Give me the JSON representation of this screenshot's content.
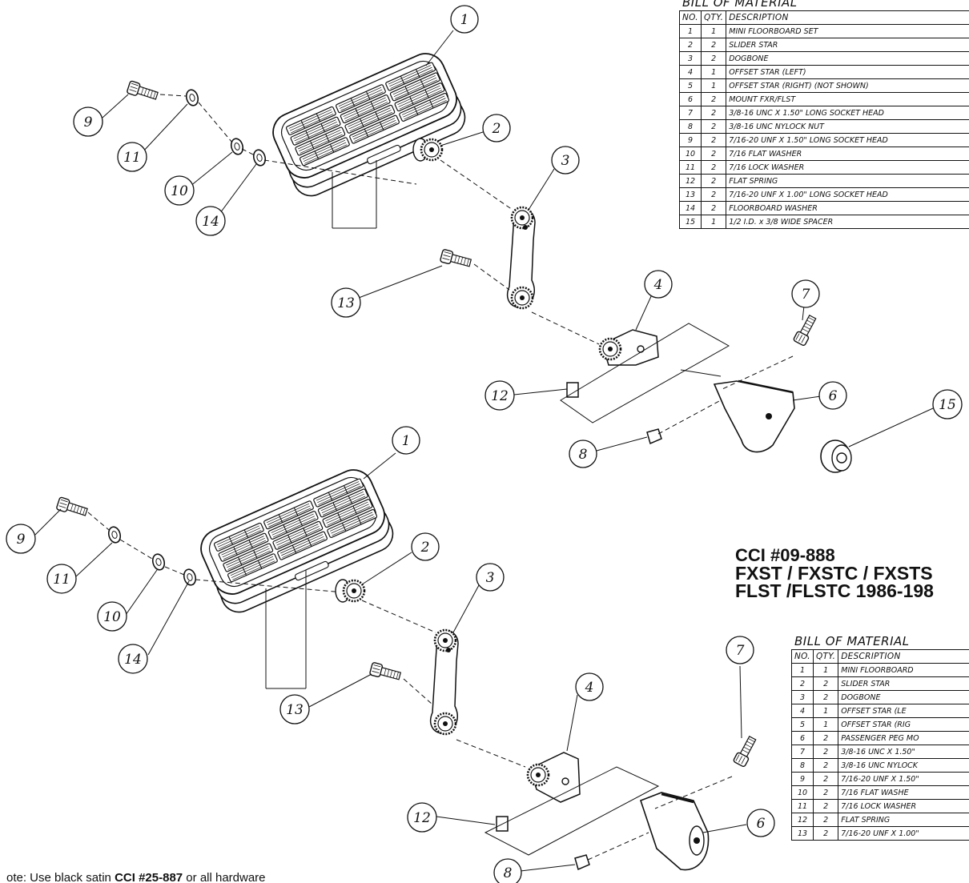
{
  "bom_title": "BILL OF MATERIAL",
  "bom_columns": [
    "NO.",
    "QTY.",
    "DESCRIPTION"
  ],
  "bom_top": [
    {
      "no": "1",
      "qty": "1",
      "desc": "MINI FLOORBOARD SET"
    },
    {
      "no": "2",
      "qty": "2",
      "desc": "SLIDER STAR"
    },
    {
      "no": "3",
      "qty": "2",
      "desc": "DOGBONE"
    },
    {
      "no": "4",
      "qty": "1",
      "desc": "OFFSET STAR (LEFT)"
    },
    {
      "no": "5",
      "qty": "1",
      "desc": "OFFSET STAR (RIGHT) (NOT SHOWN)"
    },
    {
      "no": "6",
      "qty": "2",
      "desc": "MOUNT FXR/FLST"
    },
    {
      "no": "7",
      "qty": "2",
      "desc": "3/8-16 UNC X 1.50\" LONG SOCKET HEAD"
    },
    {
      "no": "8",
      "qty": "2",
      "desc": "3/8-16 UNC NYLOCK NUT"
    },
    {
      "no": "9",
      "qty": "2",
      "desc": "7/16-20 UNF X 1.50\" LONG SOCKET HEAD"
    },
    {
      "no": "10",
      "qty": "2",
      "desc": "7/16 FLAT WASHER"
    },
    {
      "no": "11",
      "qty": "2",
      "desc": "7/16 LOCK WASHER"
    },
    {
      "no": "12",
      "qty": "2",
      "desc": "FLAT SPRING"
    },
    {
      "no": "13",
      "qty": "2",
      "desc": "7/16-20 UNF X 1.00\" LONG SOCKET HEAD"
    },
    {
      "no": "14",
      "qty": "2",
      "desc": "FLOORBOARD WASHER"
    },
    {
      "no": "15",
      "qty": "1",
      "desc": "1/2 I.D. x 3/8 WIDE SPACER"
    }
  ],
  "bom_bottom": [
    {
      "no": "1",
      "qty": "1",
      "desc": "MINI FLOORBOARD"
    },
    {
      "no": "2",
      "qty": "2",
      "desc": "SLIDER STAR"
    },
    {
      "no": "3",
      "qty": "2",
      "desc": "DOGBONE"
    },
    {
      "no": "4",
      "qty": "1",
      "desc": "OFFSET STAR (LE"
    },
    {
      "no": "5",
      "qty": "1",
      "desc": "OFFSET STAR (RIG"
    },
    {
      "no": "6",
      "qty": "2",
      "desc": "PASSENGER PEG MO"
    },
    {
      "no": "7",
      "qty": "2",
      "desc": "3/8-16 UNC X 1.50\""
    },
    {
      "no": "8",
      "qty": "2",
      "desc": "3/8-16 UNC NYLOCK"
    },
    {
      "no": "9",
      "qty": "2",
      "desc": "7/16-20 UNF X 1.50\""
    },
    {
      "no": "10",
      "qty": "2",
      "desc": "7/16 FLAT WASHE"
    },
    {
      "no": "11",
      "qty": "2",
      "desc": "7/16 LOCK WASHER"
    },
    {
      "no": "12",
      "qty": "2",
      "desc": "FLAT SPRING"
    },
    {
      "no": "13",
      "qty": "2",
      "desc": "7/16-20 UNF X 1.00\""
    }
  ],
  "heading": {
    "line1": "CCI #09-888",
    "line2": "FXST / FXSTC / FXSTS",
    "line3": "FLST /FLSTC 1986-198"
  },
  "footnote": {
    "prefix": "ote: Use black satin ",
    "part": "CCI #25-887",
    "suffix": " or all hardware"
  },
  "callouts_top": [
    "1",
    "2",
    "3",
    "4",
    "6",
    "7",
    "8",
    "9",
    "10",
    "11",
    "12",
    "13",
    "14",
    "15"
  ],
  "callouts_bottom": [
    "1",
    "2",
    "3",
    "4",
    "6",
    "7",
    "8",
    "9",
    "10",
    "11",
    "12",
    "13",
    "14"
  ]
}
